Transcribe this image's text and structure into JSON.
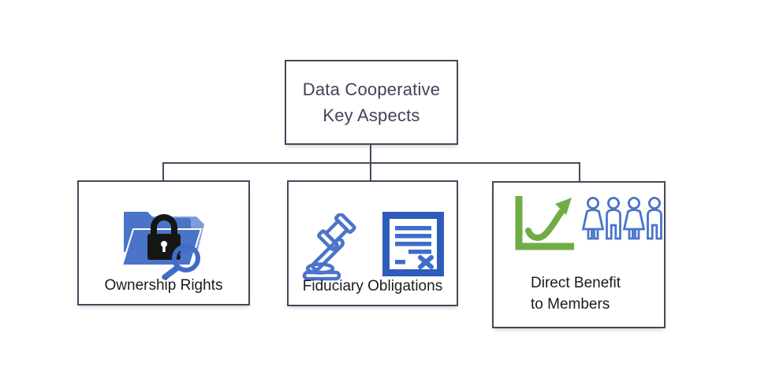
{
  "root": {
    "label": "Data Cooperative\nKey Aspects"
  },
  "children": [
    {
      "label": "Ownership Rights",
      "icons": [
        "folder-lock-search-icon"
      ]
    },
    {
      "label": "Fiduciary Obligations",
      "icons": [
        "gavel-icon",
        "contract-document-icon"
      ]
    },
    {
      "label": "Direct Benefit\nto Members",
      "icons": [
        "growth-chart-icon",
        "members-group-icon"
      ]
    }
  ],
  "colors": {
    "box_border": "#44485a",
    "connector": "#474a5c",
    "title_text": "#3f4458",
    "label_text": "#1b1b1b",
    "icon_blue": "#4a74c8",
    "icon_blue_mid": "#3f6cc7",
    "icon_blue_dark": "#2d5cba",
    "icon_blue_light": "#7c9ddb",
    "lock_black": "#161616",
    "icon_green": "#70ad47"
  }
}
